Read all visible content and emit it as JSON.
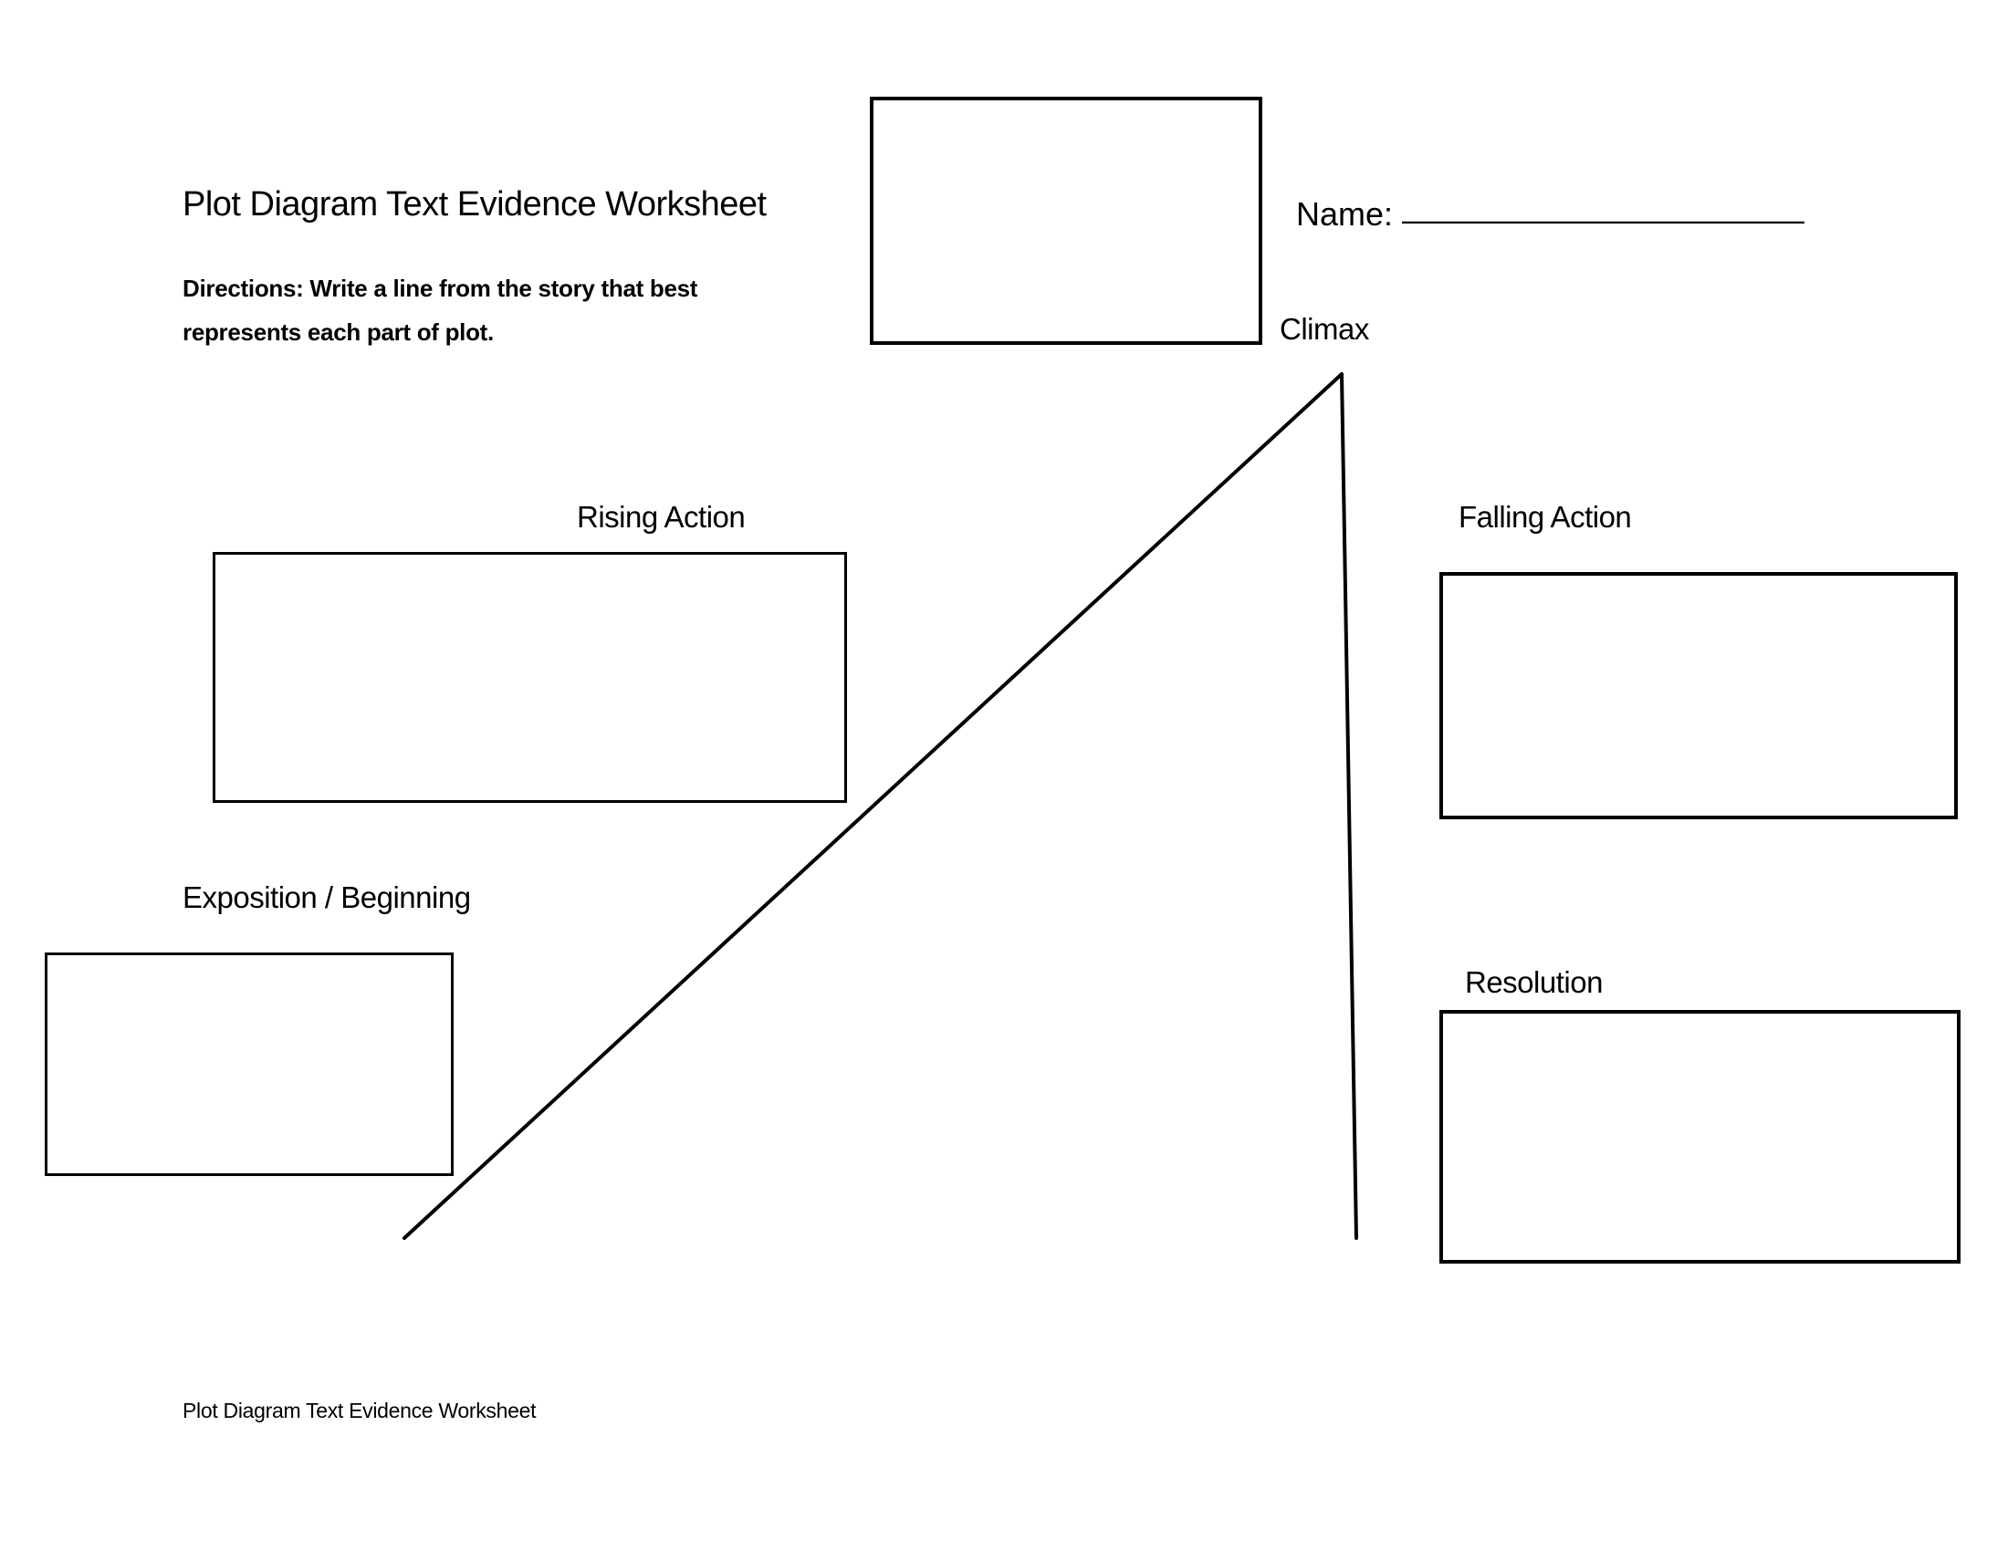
{
  "page": {
    "title": "Plot Diagram Text Evidence Worksheet",
    "directions": {
      "line1": "Directions: Write a line from the story that best",
      "line2": "represents each part of plot."
    },
    "name": {
      "label": "Name:",
      "blank": "______________________"
    },
    "footer": "Plot Diagram Text Evidence Worksheet"
  },
  "diagram": {
    "ink_color": "#000000",
    "paper_color": "#ffffff",
    "sections": {
      "climax": {
        "label": "Climax",
        "answer": ""
      },
      "rising_action": {
        "label": "Rising Action",
        "answer": ""
      },
      "falling_action": {
        "label": "Falling Action",
        "answer": ""
      },
      "exposition": {
        "label": "Exposition / Beginning",
        "answer": ""
      },
      "resolution": {
        "label": "Resolution",
        "answer": ""
      }
    }
  }
}
